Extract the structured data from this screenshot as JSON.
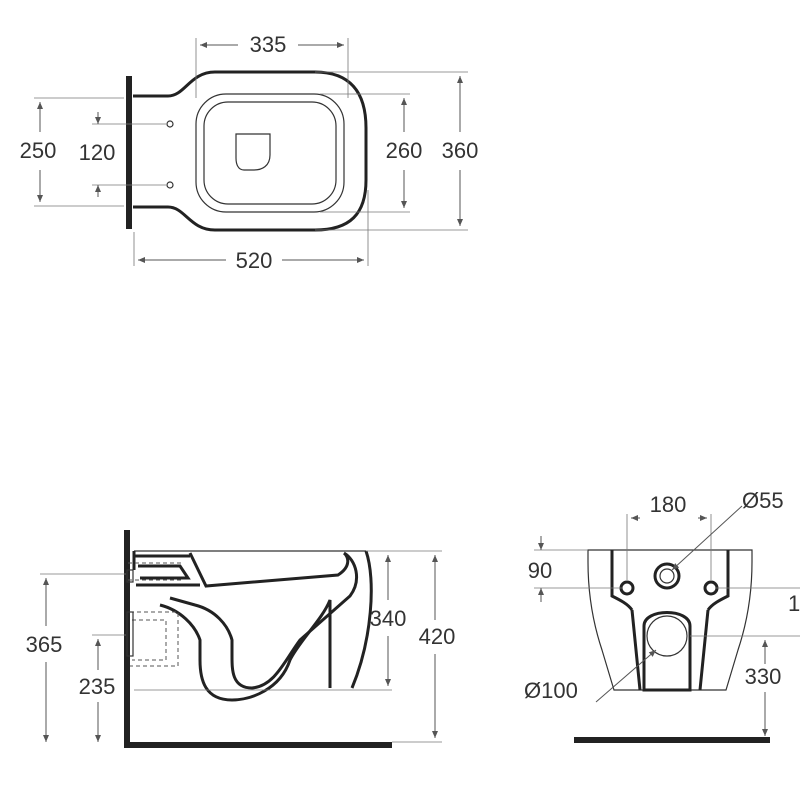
{
  "top_view": {
    "width_label": "335",
    "depth_outer_label": "360",
    "depth_inner_label": "260",
    "wall_span_label": "250",
    "fixing_span_label": "120",
    "length_label": "520"
  },
  "side_view": {
    "height_total_label": "420",
    "rim_depth_label": "340",
    "fixing_height_label": "365",
    "outlet_height_label": "235"
  },
  "rear_view": {
    "fixing_spacing_label": "180",
    "inlet_diameter_label": "Ø55",
    "top_offset_label": "90",
    "outlet_diameter_label": "Ø100",
    "outlet_height_label": "330",
    "cropped_label": "1"
  },
  "colors": {
    "line": "#222222",
    "dimension": "#555555",
    "text": "#333333"
  }
}
